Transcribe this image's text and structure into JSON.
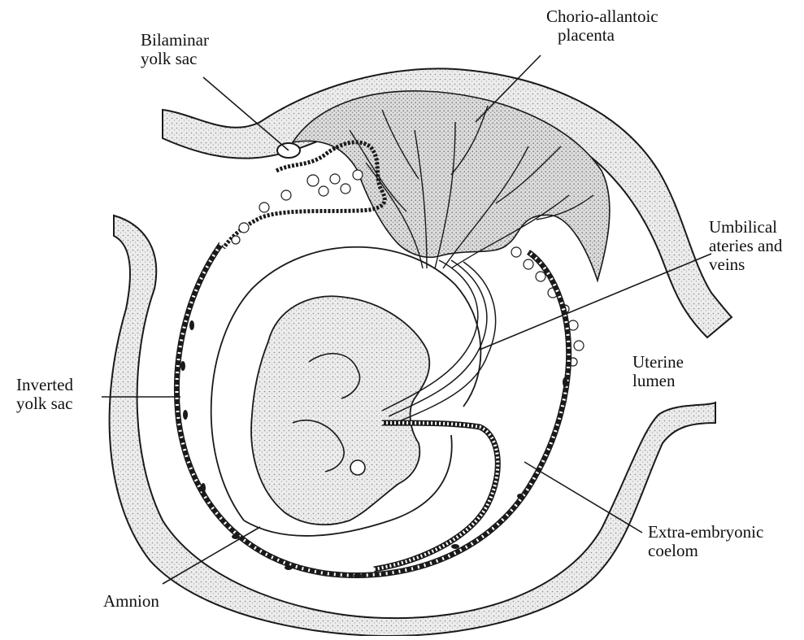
{
  "labels": {
    "bilaminar_yolk_sac": [
      "Bilaminar",
      "yolk sac"
    ],
    "chorio_allantoic_placenta": [
      "Chorio-allantoic",
      "placenta"
    ],
    "umbilical_vessels": [
      "Umbilical",
      "ateries and",
      "veins"
    ],
    "uterine_lumen": [
      "Uterine",
      "lumen"
    ],
    "inverted_yolk_sac": [
      "Inverted",
      "yolk sac"
    ],
    "extra_embryonic_coelom": [
      "Extra-embryonic",
      "coelom"
    ],
    "amnion": [
      "Amnion"
    ]
  },
  "colors": {
    "ink": "#1a1a1a",
    "stipple": "#9a9a9a",
    "tissue_fill": "#e6e6e6",
    "placenta_fill": "#d2d2d2",
    "embryo_fill": "#ededed"
  }
}
